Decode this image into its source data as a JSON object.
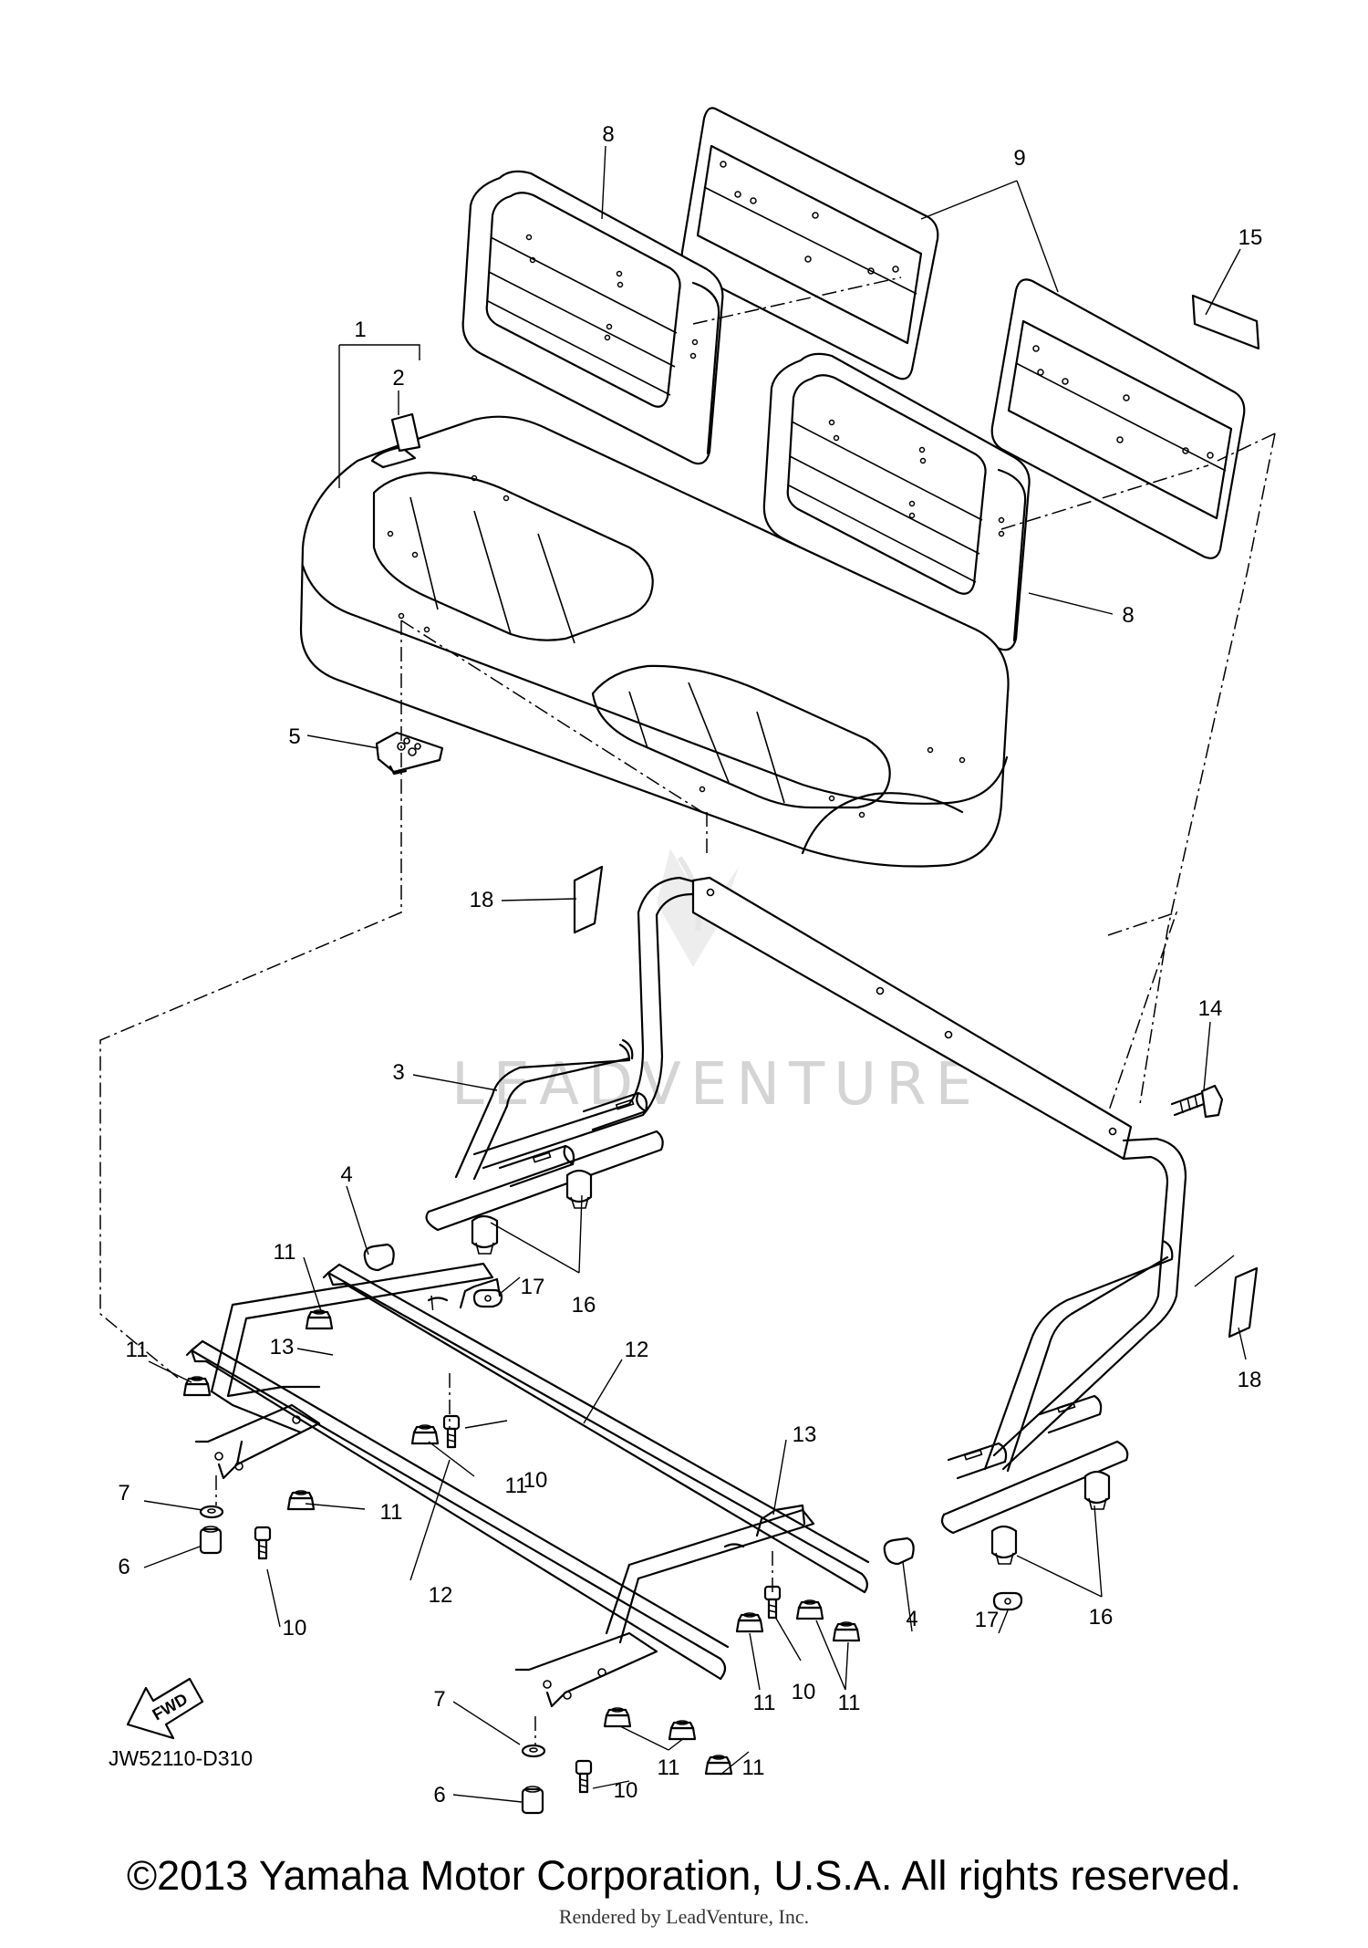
{
  "diagram": {
    "code": "JW52110-D310",
    "fwd_label": "FWD",
    "watermark": "LEADVENTURE",
    "callouts": [
      {
        "id": "c1",
        "text": "1"
      },
      {
        "id": "c2",
        "text": "2"
      },
      {
        "id": "c3",
        "text": "3"
      },
      {
        "id": "c4a",
        "text": "4"
      },
      {
        "id": "c4b",
        "text": "4"
      },
      {
        "id": "c5",
        "text": "5"
      },
      {
        "id": "c6a",
        "text": "6"
      },
      {
        "id": "c6b",
        "text": "6"
      },
      {
        "id": "c7a",
        "text": "7"
      },
      {
        "id": "c7b",
        "text": "7"
      },
      {
        "id": "c8a",
        "text": "8"
      },
      {
        "id": "c8b",
        "text": "8"
      },
      {
        "id": "c9",
        "text": "9"
      },
      {
        "id": "c10a",
        "text": "10"
      },
      {
        "id": "c10b",
        "text": "10"
      },
      {
        "id": "c10c",
        "text": "10"
      },
      {
        "id": "c10d",
        "text": "10"
      },
      {
        "id": "c11a",
        "text": "11"
      },
      {
        "id": "c11b",
        "text": "11"
      },
      {
        "id": "c11c",
        "text": "11"
      },
      {
        "id": "c11d",
        "text": "11"
      },
      {
        "id": "c11e",
        "text": "11"
      },
      {
        "id": "c11f",
        "text": "11"
      },
      {
        "id": "c11g",
        "text": "11"
      },
      {
        "id": "c11h",
        "text": "11"
      },
      {
        "id": "c12a",
        "text": "12"
      },
      {
        "id": "c12b",
        "text": "12"
      },
      {
        "id": "c13a",
        "text": "13"
      },
      {
        "id": "c13b",
        "text": "13"
      },
      {
        "id": "c14",
        "text": "14"
      },
      {
        "id": "c15",
        "text": "15"
      },
      {
        "id": "c16a",
        "text": "16"
      },
      {
        "id": "c16b",
        "text": "16"
      },
      {
        "id": "c17a",
        "text": "17"
      },
      {
        "id": "c17b",
        "text": "17"
      },
      {
        "id": "c18a",
        "text": "18"
      },
      {
        "id": "c18b",
        "text": "18"
      }
    ]
  },
  "footer": {
    "copyright": "©2013 Yamaha Motor Corporation, U.S.A. All rights reserved.",
    "rendered_by": "Rendered by LeadVenture, Inc."
  }
}
